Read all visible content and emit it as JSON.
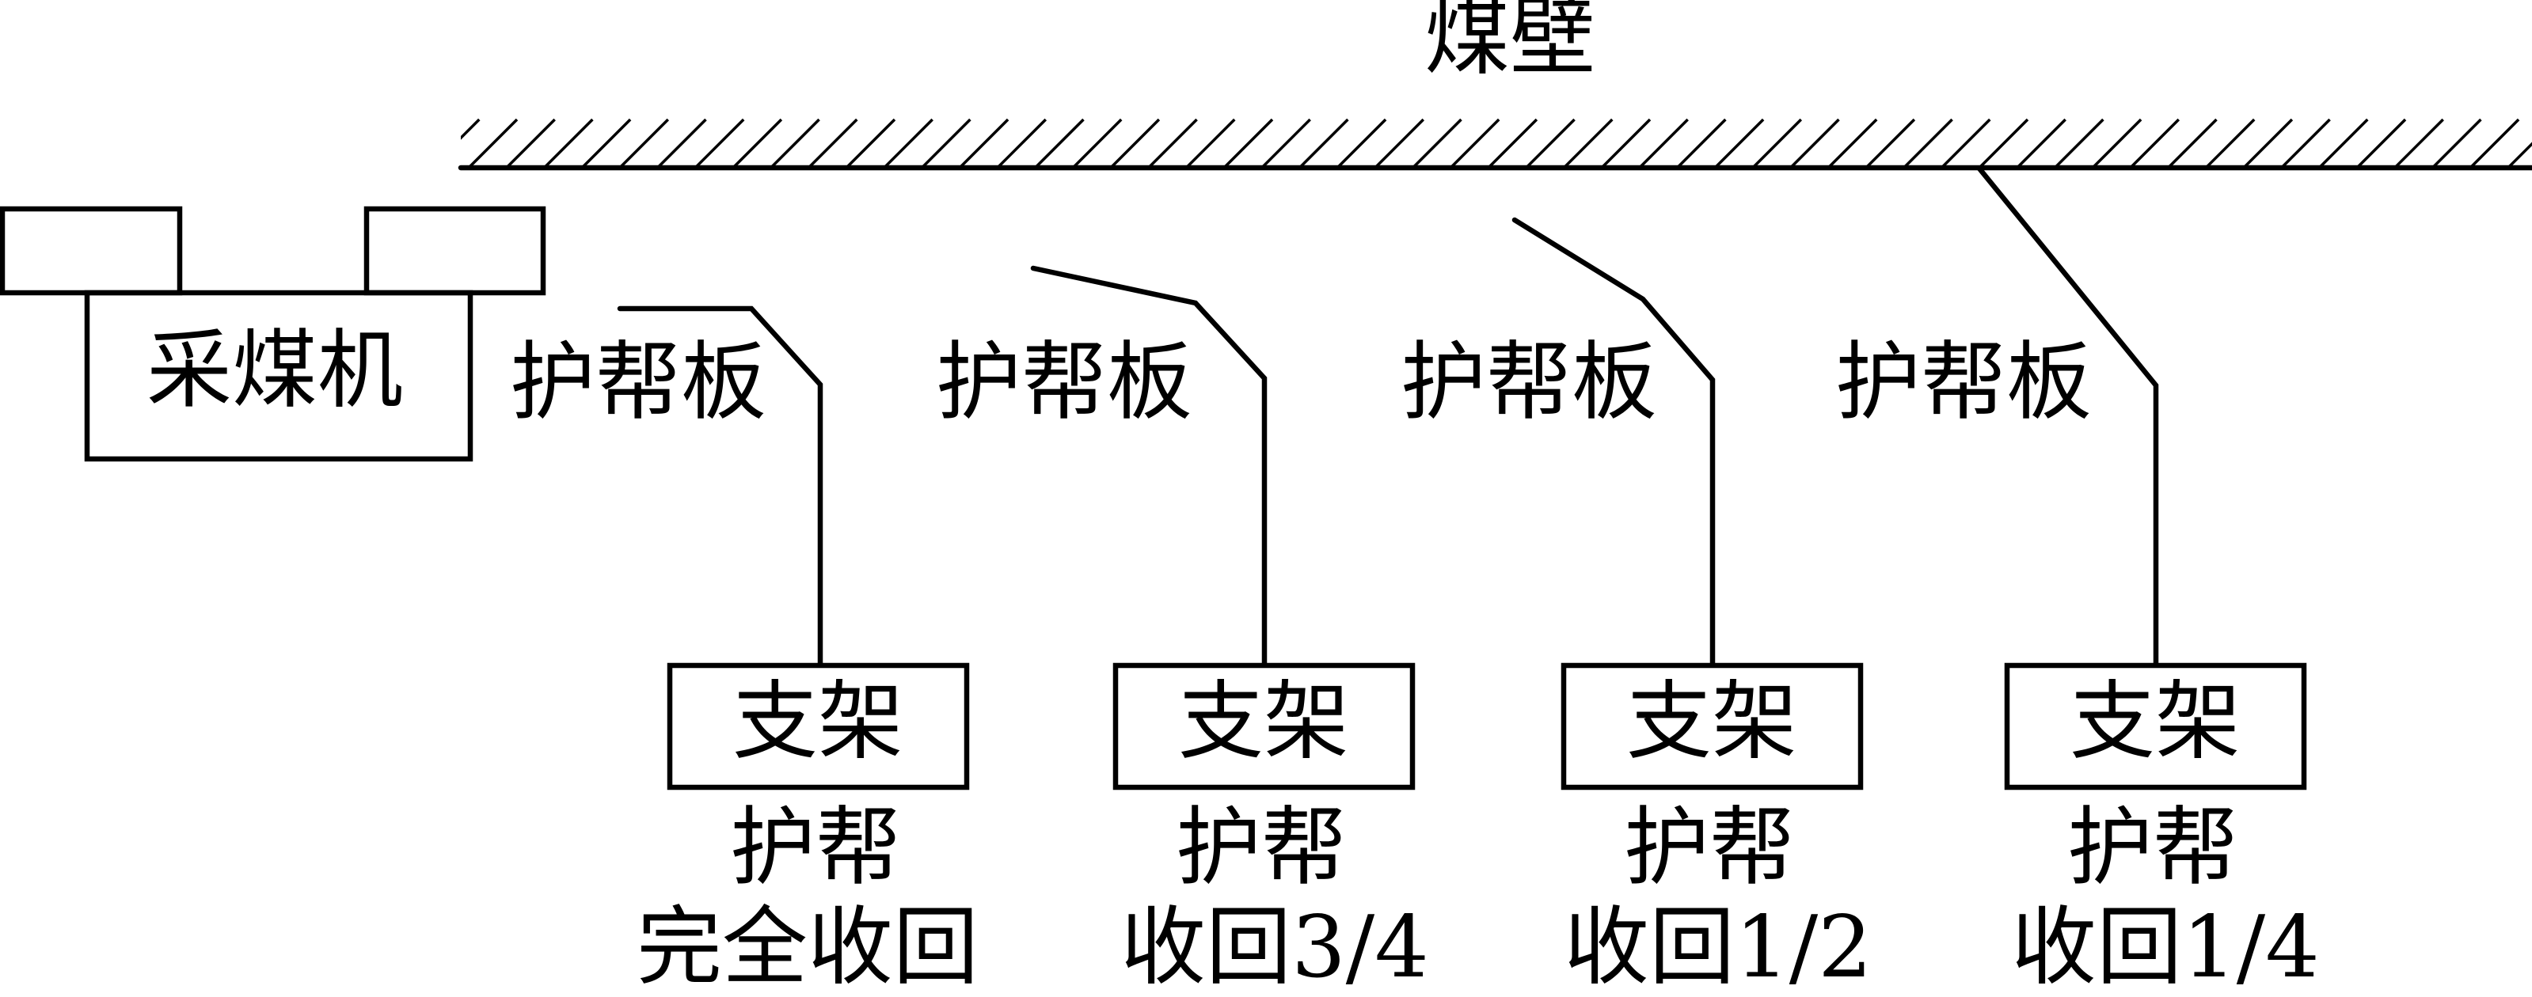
{
  "diagram": {
    "title": "煤壁",
    "colors": {
      "ink": "#000000",
      "background": "#ffffff"
    },
    "coal_wall": {
      "label": "煤壁",
      "hatched": true
    },
    "shearer": {
      "label": "采煤机"
    },
    "units": [
      {
        "plate_label": "护帮板",
        "support_label": "支架",
        "state_line1": "护帮",
        "state_line2": "完全收回",
        "retracted_fraction": 1
      },
      {
        "plate_label": "护帮板",
        "support_label": "支架",
        "state_line1": "护帮",
        "state_line2": "收回3/4",
        "retracted_fraction": 0.75
      },
      {
        "plate_label": "护帮板",
        "support_label": "支架",
        "state_line1": "护帮",
        "state_line2": "收回1/2",
        "retracted_fraction": 0.5
      },
      {
        "plate_label": "护帮板",
        "support_label": "支架",
        "state_line1": "护帮",
        "state_line2": "收回1/4",
        "retracted_fraction": 0.25
      }
    ]
  }
}
